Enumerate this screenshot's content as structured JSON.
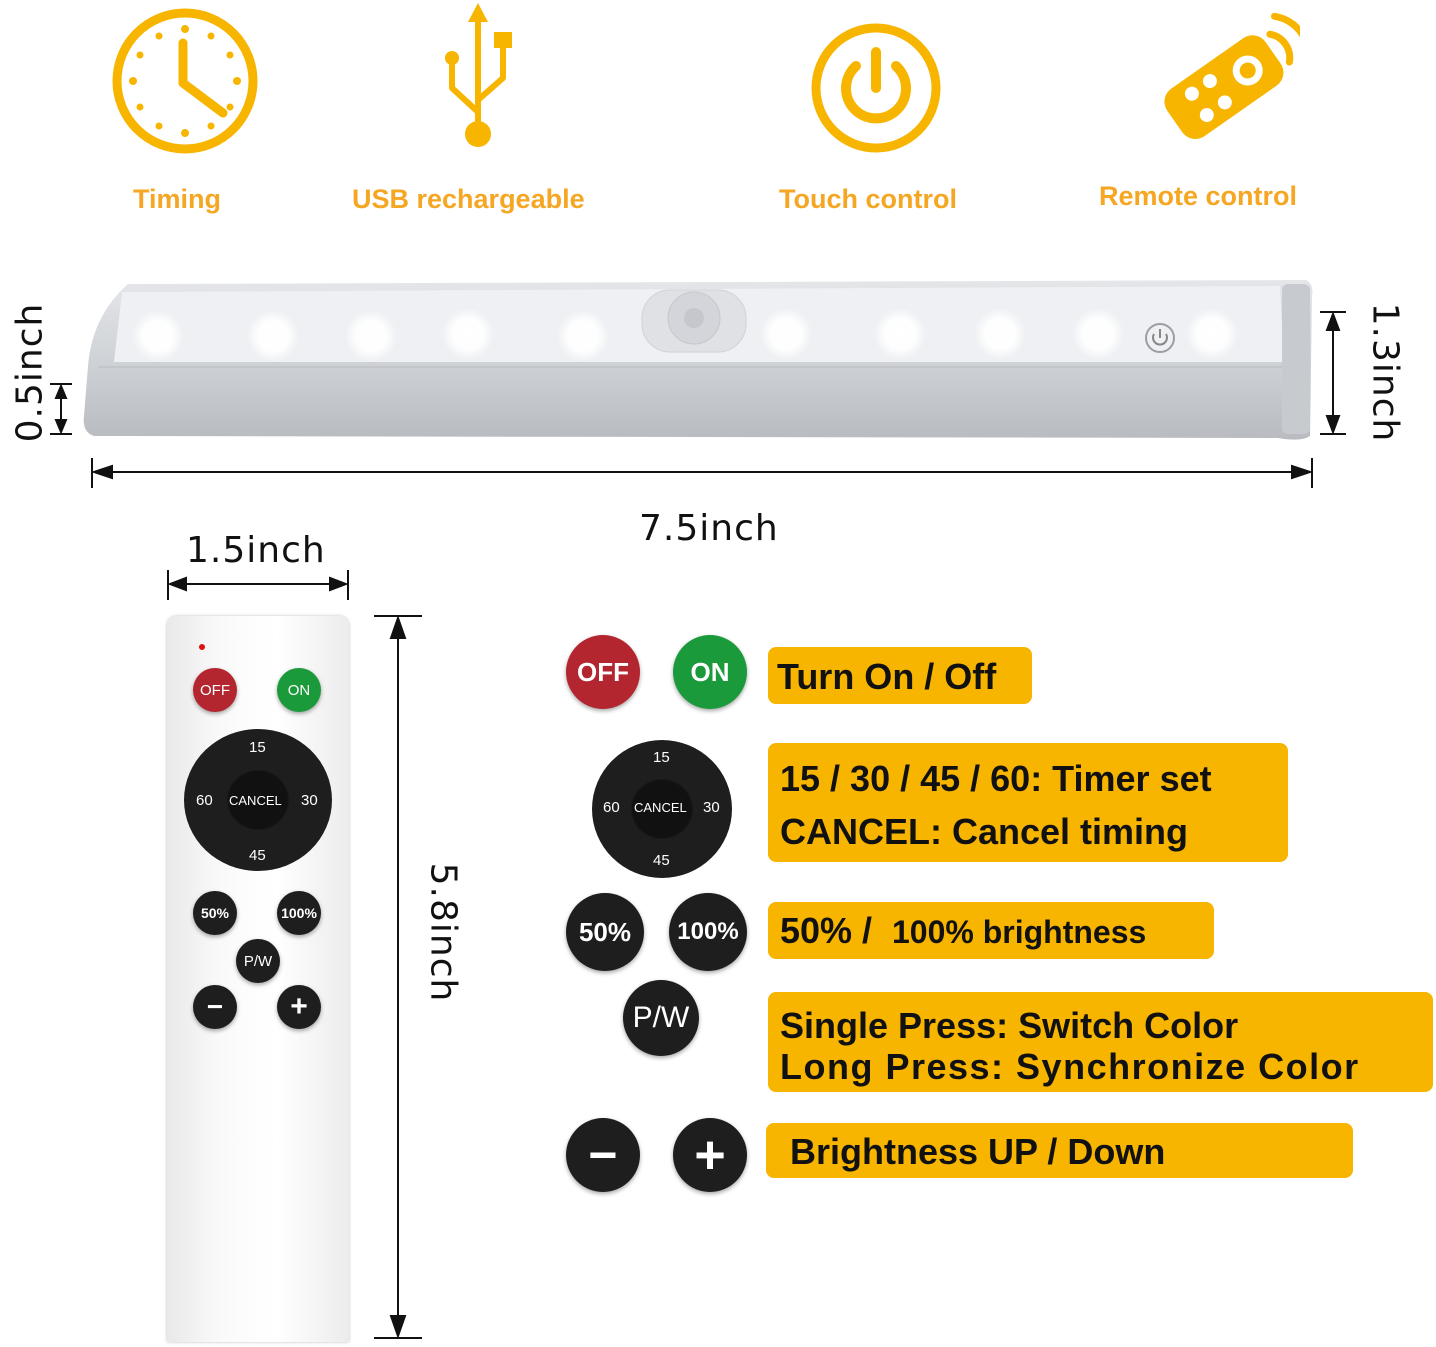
{
  "features": {
    "timing": {
      "icon": "clock-icon",
      "label": "Timing"
    },
    "usb": {
      "icon": "usb-icon",
      "label": "USB rechargeable"
    },
    "touch": {
      "icon": "power-icon",
      "label": "Touch control"
    },
    "remote": {
      "icon": "remote-icon",
      "label": "Remote control"
    }
  },
  "dimensions": {
    "bar_depth": "0.5inch",
    "bar_height": "1.3inch",
    "bar_length": "7.5inch",
    "remote_width": "1.5inch",
    "remote_length": "5.8inch"
  },
  "remote": {
    "off": "OFF",
    "on": "ON",
    "dial": {
      "top": "15",
      "right": "30",
      "bottom": "45",
      "left": "60",
      "center": "CANCEL"
    },
    "p50": "50%",
    "p100": "100%",
    "pw": "P/W",
    "minus": "−",
    "plus": "+"
  },
  "legend": {
    "onoff": {
      "off": "OFF",
      "on": "ON",
      "text": "Turn On / Off"
    },
    "timer": {
      "dial": {
        "top": "15",
        "right": "30",
        "bottom": "45",
        "left": "60",
        "center": "CANCEL"
      },
      "line1": "15 / 30 / 45 / 60:  Timer set",
      "line2": "CANCEL:  Cancel timing"
    },
    "brightness": {
      "p50": "50%",
      "p100": "100%",
      "text_a": "50% / ",
      "text_b": "100% brightness"
    },
    "pw": {
      "label": "P/W",
      "line1": "Single Press: Switch Color",
      "line2": "Long Press: Synchronize Color"
    },
    "updown": {
      "minus": "−",
      "plus": "+",
      "text": "Brightness UP / Down"
    }
  },
  "colors": {
    "accent": "#f7b500",
    "feature_text": "#f5a623",
    "off_red": "#b3262f",
    "on_green": "#1b9a3b",
    "button_dark": "#1e1e1e"
  }
}
